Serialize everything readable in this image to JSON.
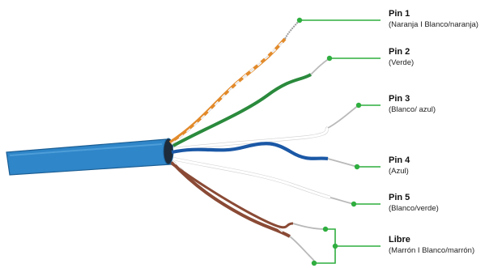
{
  "colors": {
    "callout": "#2fae3f",
    "cable_jacket": "#2f86c8",
    "cable_dark": "#1b5e94",
    "orange": "#e28a2b",
    "green": "#2a8a3c",
    "blue": "#1b58a6",
    "brown": "#8a4a35",
    "white_wire": "#f4f4f4",
    "copper": "#b9b9b9"
  },
  "pins": [
    {
      "title": "Pin 1",
      "desc": "(Naranja I Blanco/naranja)"
    },
    {
      "title": "Pin 2",
      "desc": "(Verde)"
    },
    {
      "title": "Pin 3",
      "desc": "(Blanco/ azul)"
    },
    {
      "title": "Pin 4",
      "desc": "(Azul)"
    },
    {
      "title": "Pin 5",
      "desc": "(Blanco/verde)"
    },
    {
      "title": "Libre",
      "desc": "(Marrón I Blanco/marrón)"
    }
  ]
}
